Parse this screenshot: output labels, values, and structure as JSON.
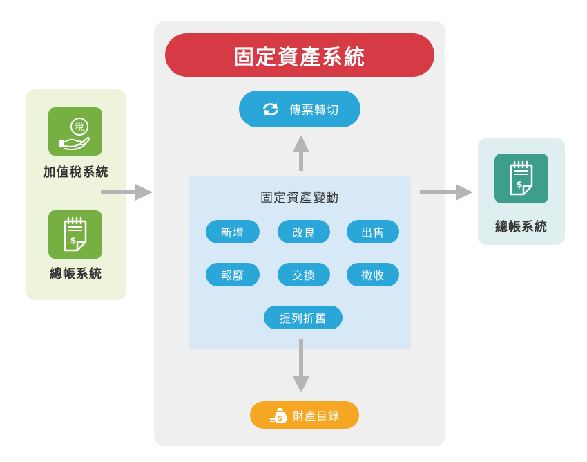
{
  "colors": {
    "title_red": "#d63b45",
    "pill_blue": "#2aa6d9",
    "property_orange": "#f5a623",
    "green_icon": "#76b043",
    "teal_icon": "#3e9e8c",
    "arrow_gray": "#b5b5b5"
  },
  "left_sources": [
    {
      "label": "加值稅系統",
      "icon": "tax-hand-icon",
      "icon_text": "稅"
    },
    {
      "label": "總帳系統",
      "icon": "ledger-receipt-icon"
    }
  ],
  "center": {
    "title": "固定資產系統",
    "voucher": {
      "label": "傳票轉切",
      "icon": "transfer-cycle-icon"
    },
    "changes": {
      "title": "固定資產變動",
      "items": [
        "新增",
        "改良",
        "出售",
        "報廢",
        "交換",
        "徵收",
        "提列折舊"
      ]
    },
    "property": {
      "label": "財產目錄",
      "icon": "money-bag-icon"
    }
  },
  "right_target": {
    "label": "總帳系統",
    "icon": "ledger-receipt-icon"
  }
}
